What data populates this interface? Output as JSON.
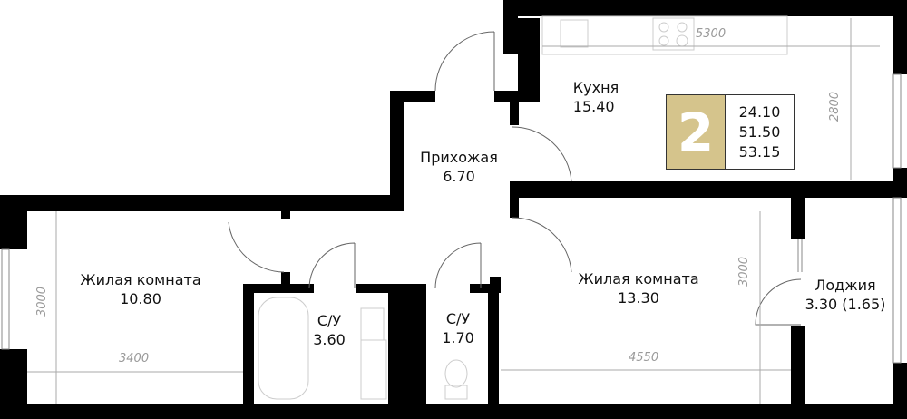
{
  "plan": {
    "type": "apartment-floor-plan",
    "rooms_count": "2",
    "areas": {
      "living": "24.10",
      "total": "51.50",
      "total_with_loggia": "53.15"
    },
    "colors": {
      "badge": "#d5c48c",
      "walls": "#000000",
      "dimensions": "#9a9a9a"
    },
    "rooms": [
      {
        "id": "kitchen",
        "name": "Кухня",
        "area": "15.40"
      },
      {
        "id": "hallway",
        "name": "Прихожая",
        "area": "6.70"
      },
      {
        "id": "living-room-1",
        "name": "Жилая комната",
        "area": "10.80"
      },
      {
        "id": "bathroom-1",
        "name": "С/У",
        "area": "3.60"
      },
      {
        "id": "bathroom-2",
        "name": "С/У",
        "area": "1.70"
      },
      {
        "id": "living-room-2",
        "name": "Жилая комната",
        "area": "13.30"
      },
      {
        "id": "loggia",
        "name": "Лоджия",
        "area": "3.30 (1.65)"
      }
    ],
    "dimensions": {
      "kitchen_width": "5300",
      "kitchen_depth": "2800",
      "room1_width": "3400",
      "room1_depth": "3000",
      "room2_width": "4550",
      "room2_depth": "3000"
    }
  }
}
